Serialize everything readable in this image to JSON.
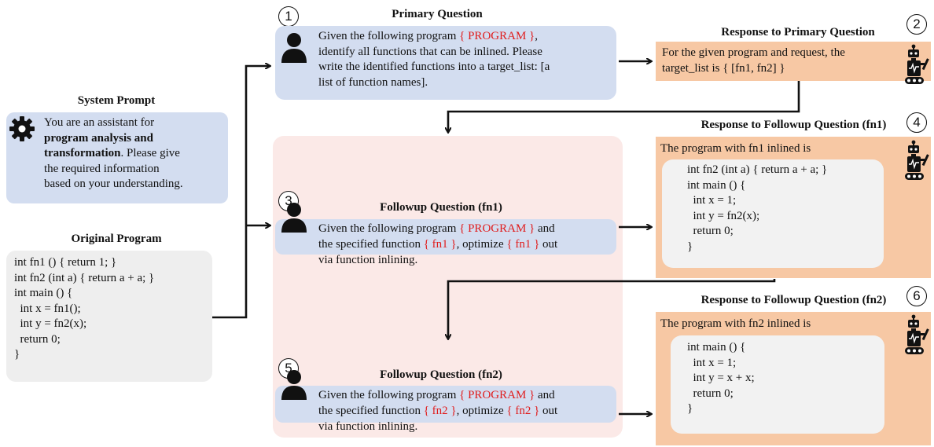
{
  "system_prompt": {
    "title": "System Prompt",
    "line1": "You are an assistant for",
    "bold1": "program analysis and",
    "bold2": "transformation",
    "rest2": ". Please give",
    "line4": "the required information",
    "line5": "based on your understanding."
  },
  "original_program": {
    "title": "Original Program",
    "code": "int fn1 () { return 1; }\nint fn2 (int a) { return a + a; }\nint main () {\n  int x = fn1();\n  int y = fn2(x);\n  return 0;\n}"
  },
  "primary_question": {
    "number": "1",
    "title": "Primary Question",
    "pre": "Given the following program ",
    "placeholder": "{ PROGRAM }",
    "post": ",",
    "line2": "identify all functions that can be inlined. Please",
    "line3": "write the identified functions into a target_list: [a",
    "line4": "list of function names]."
  },
  "primary_response": {
    "number": "2",
    "title": "Response to Primary Question",
    "line1": "For the given program and request, the",
    "line2": "target_list is { [fn1, fn2] }"
  },
  "followup_fn1": {
    "number": "3",
    "title": "Followup Question (fn1)",
    "pre": "Given the following program ",
    "placeholder": "{ PROGRAM }",
    "post": " and",
    "line2_pre": "the specified function ",
    "fn_a": "{ fn1 }",
    "line2_mid": ", optimize ",
    "fn_b": "{ fn1 }",
    "line2_post": " out",
    "line3": "via function inlining."
  },
  "response_fn1": {
    "number": "4",
    "title": "Response to Followup Question (fn1)",
    "intro": "The program with fn1 inlined is",
    "code": "int fn2 (int a) { return a + a; }\nint main () {\n  int x = 1;\n  int y = fn2(x);\n  return 0;\n}"
  },
  "followup_fn2": {
    "number": "5",
    "title": "Followup Question (fn2)",
    "pre": "Given the following program ",
    "placeholder": "{ PROGRAM }",
    "post": " and",
    "line2_pre": "the specified function ",
    "fn_a": "{ fn2 }",
    "line2_mid": ", optimize ",
    "fn_b": "{ fn2 }",
    "line2_post": " out",
    "line3": "via function inlining."
  },
  "response_fn2": {
    "number": "6",
    "title": "Response to Followup Question (fn2)",
    "intro": "The program with fn2 inlined is",
    "code": "int main () {\n  int x = 1;\n  int y = x + x;\n  return 0;\n}"
  },
  "icons": {
    "system": "gear-icon",
    "user": "user-icon",
    "assistant": "robot-icon"
  },
  "colors": {
    "blue_box": "#d3ddf0",
    "orange_box": "#f7c8a4",
    "pink_panel": "#fbe9e7",
    "gray_box": "#eeeeee",
    "highlight_red": "#e01c1c"
  }
}
